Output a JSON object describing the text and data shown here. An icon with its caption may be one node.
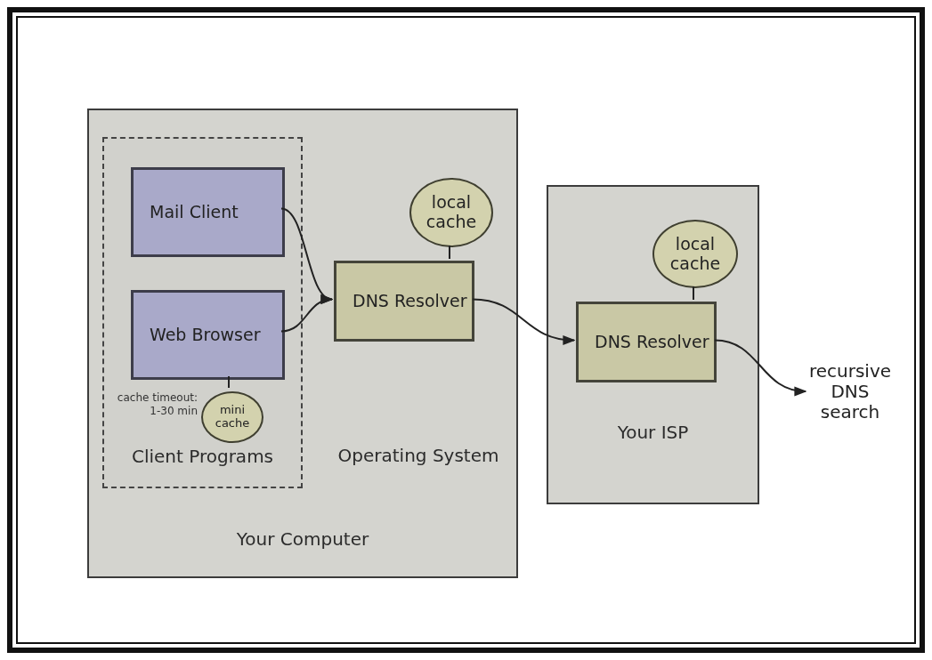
{
  "diagram": {
    "nodes": [
      {
        "text": [
          "Your Computer"
        ]
      },
      {
        "text": [
          "Client Programs"
        ],
        "in": 0
      },
      {
        "text": [
          "Mail Client"
        ],
        "in": 1
      },
      {
        "text": [
          "Web Browser"
        ],
        "in": 1
      },
      {
        "text": [
          "mini cache"
        ],
        "in": 1,
        "beside": [
          "cache timeout: 1-30 min"
        ]
      },
      {
        "text": [
          "local cache"
        ],
        "in": 0
      },
      {
        "text": [
          "DNS Resolver"
        ],
        "in": 0
      },
      {
        "text": [
          "Your ISP"
        ]
      },
      {
        "text": [
          "local cache"
        ],
        "in": 7
      },
      {
        "text": [
          "DNS Resolver"
        ],
        "in": 7
      },
      {
        "text": [
          "recursive DNS search"
        ]
      }
    ],
    "edges": [
      {
        "from": 2,
        "to": 6,
        "arrow": "to"
      },
      {
        "from": 3,
        "to": 6,
        "arrow": "to"
      },
      {
        "from": 4,
        "to": 3,
        "arrow": "none"
      },
      {
        "from": 5,
        "to": 6,
        "arrow": "none"
      },
      {
        "from": 6,
        "to": 9,
        "arrow": "to"
      },
      {
        "from": 8,
        "to": 9,
        "arrow": "none"
      },
      {
        "from": 9,
        "to": 10,
        "arrow": "to"
      }
    ],
    "labels": [
      "Operating System"
    ]
  }
}
